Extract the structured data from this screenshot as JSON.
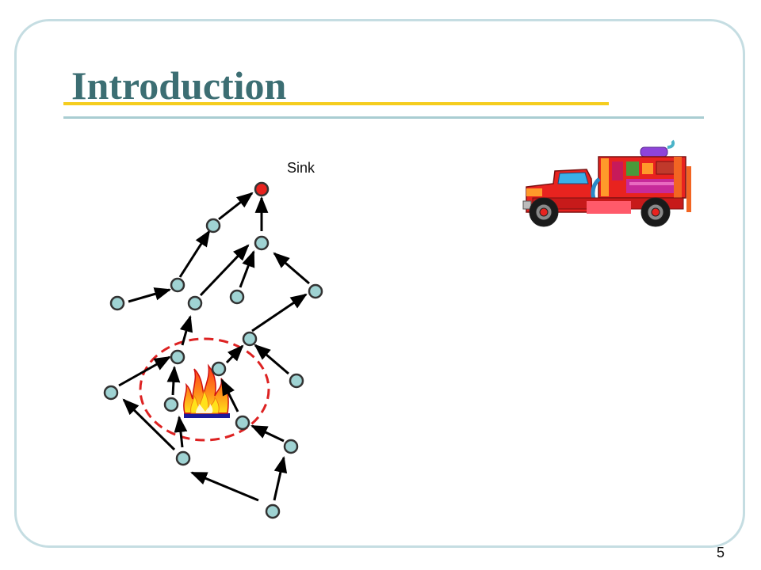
{
  "slide": {
    "title": "Introduction",
    "page_number": "5"
  },
  "diagram": {
    "sink_label": "Sink",
    "colors": {
      "sensor_node": "#9fd3d3",
      "sink_node": "#e8231f",
      "edge": "#000000",
      "event_region": "#dd2222"
    },
    "icons": [
      "fire-icon",
      "fire-truck-icon"
    ]
  }
}
